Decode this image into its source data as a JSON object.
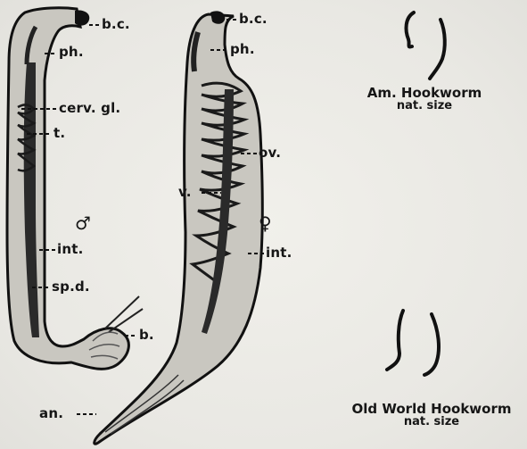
{
  "labels": {
    "male_bc": "b.c.",
    "male_ph": "ph.",
    "cerv_gl": "cerv. gl.",
    "testis": "t.",
    "male_symbol": "♂",
    "male_int": "int.",
    "sp_d": "sp.d.",
    "bursa": "b.",
    "anus": "an.",
    "female_bc": "b.c.",
    "female_ph": "ph.",
    "ovary": "ov.",
    "vulva": "v.",
    "female_symbol": "♀",
    "female_int": "int."
  },
  "captions": {
    "am_title": "Am. Hookworm",
    "am_sub": "nat. size",
    "ow_title": "Old World Hookworm",
    "ow_sub": "nat. size"
  },
  "colors": {
    "background": "#ecebe6",
    "ink": "#161616",
    "body_fill": "#c9c7c0"
  }
}
